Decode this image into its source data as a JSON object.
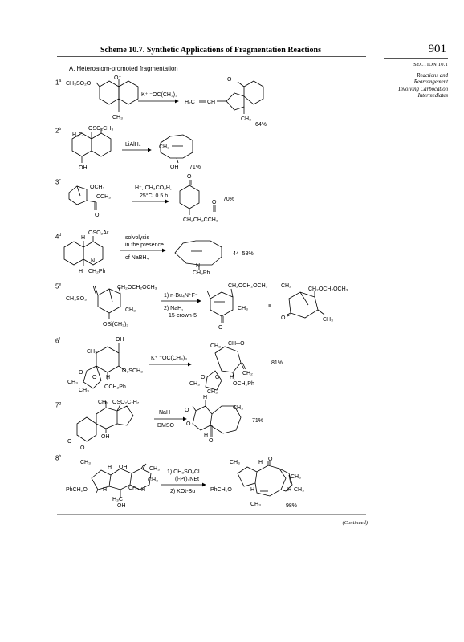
{
  "header": {
    "title": "Scheme 10.7. Synthetic Applications of Fragmentation Reactions",
    "page_number": "901"
  },
  "sidebar": {
    "section": "SECTION 10.1",
    "description_lines": [
      "Reactions and",
      "Rearrangement",
      "Involving Carbocation",
      "Intermediates"
    ]
  },
  "subheading": "A. Heteroatom-promoted fragmentation",
  "entries": [
    {
      "num": "1",
      "ref": "a",
      "reagents": [
        "K⁺ ⁻OC(CH₃)₃"
      ],
      "yield": "64%",
      "labels": [
        "CH₃SO₂O",
        "O⁻",
        "CH₃",
        "H₂C",
        "CH",
        "O",
        "CH₃"
      ]
    },
    {
      "num": "2",
      "ref": "b",
      "reagents": [
        "LiAlH₄"
      ],
      "yield": "71%",
      "labels": [
        "H₃C",
        "OSO₂CH₃",
        "OH",
        "CH₃",
        "OH"
      ]
    },
    {
      "num": "3",
      "ref": "c",
      "reagents": [
        "H⁺, CH₃CO₂H,",
        "25°C, 0.5 h"
      ],
      "yield": "70%",
      "labels": [
        "OCH₃",
        "CCH₃",
        "O",
        "O",
        "O",
        "CH₂CH₂CCH₃"
      ]
    },
    {
      "num": "4",
      "ref": "d",
      "reagents": [
        "solvolysis",
        "in the presence",
        "of NaBH₄"
      ],
      "yield": "44–58%",
      "labels": [
        "H",
        "OSO₂Ar",
        "N",
        "H",
        "CH₂Ph",
        "N",
        "CH₂Ph"
      ]
    },
    {
      "num": "5",
      "ref": "e",
      "reagents": [
        "1) n-Bu₄N⁺F⁻",
        "2) NaH,",
        "15-crown-5"
      ],
      "yield": "",
      "labels": [
        "CH₂OCH₂OCH₃",
        "CH₃SO₃",
        "CH₃",
        "OSi(CH₃)₃",
        "CH₂OCH₂OCH₃",
        "CH₃",
        "O",
        "CH₂",
        "CH₂OCH₂OCH₃",
        "≡",
        "O",
        "CH₃"
      ]
    },
    {
      "num": "6",
      "ref": "f",
      "reagents": [
        "K⁺ ⁻OC(CH₃)₃"
      ],
      "yield": "81%",
      "labels": [
        "OH",
        "CH₃",
        "O",
        "O",
        "H",
        "O₃SCH₃",
        "CH₃",
        "CH₃",
        "OCH₂Ph",
        "CH₃",
        "CH═O",
        "O",
        "O",
        "H",
        "CH₂",
        "CH₃",
        "CH₃",
        "OCH₂Ph"
      ]
    },
    {
      "num": "7",
      "ref": "g",
      "reagents": [
        "NaH",
        "DMSO"
      ],
      "yield": "71%",
      "labels": [
        "CH₃",
        "OSO₂C₇H₇",
        "O",
        "O",
        "OH",
        "O",
        "O",
        "H",
        "CH₃",
        "O",
        "H"
      ]
    },
    {
      "num": "8",
      "ref": "h",
      "reagents": [
        "1)  CH₃SO₂Cl",
        "(i-Pr)₂NEt",
        "2)  KOt-Bu"
      ],
      "yield": "98%",
      "labels": [
        "CH₃",
        "H",
        "OH",
        "CH₃",
        "CH₃",
        "PhCH₂O",
        "H",
        "CH₃",
        "H",
        "H₃C",
        "OH",
        "CH₃",
        "H",
        "O",
        "CH₃",
        "PhCH₂O",
        "H",
        "H",
        "CH₃",
        "CH₃"
      ]
    }
  ],
  "footer": {
    "continued": "(Continued)"
  }
}
